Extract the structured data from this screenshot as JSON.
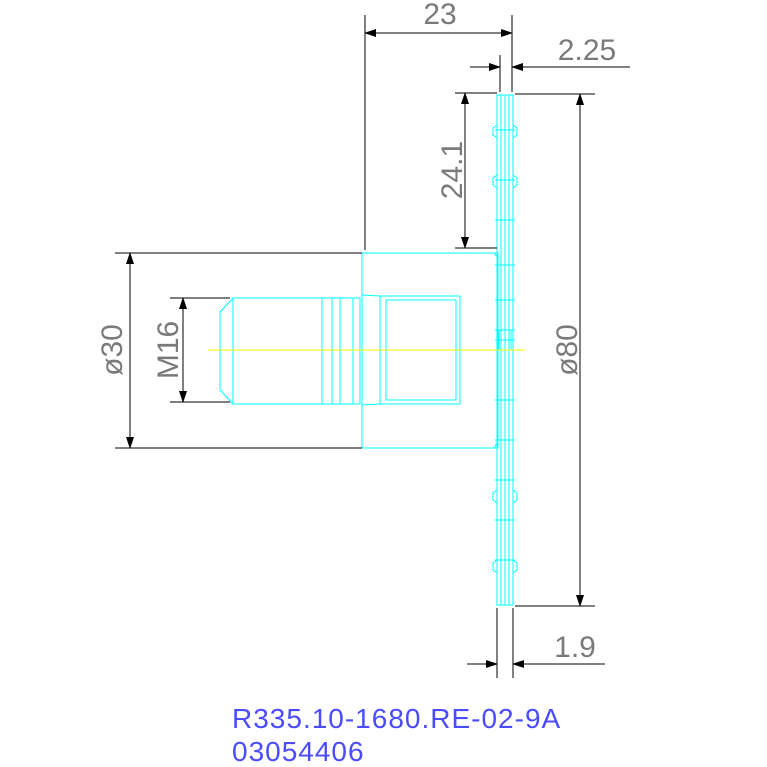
{
  "dimensions": {
    "length_total": "23",
    "disc_offset": "2.25",
    "slot_height": "24.1",
    "disc_diameter": "ø80",
    "body_diameter": "ø30",
    "thread": "M16",
    "disc_thickness": "1.9"
  },
  "title_block": {
    "part_number": "R335.10-1680.RE-02-9A",
    "code": "03054406"
  },
  "colors": {
    "part_outline": "#00ffff",
    "center_line": "#ffff00",
    "dimension_lines": "#000000",
    "dimension_text": "#7a7a7a",
    "title_text": "#4b4bff"
  }
}
